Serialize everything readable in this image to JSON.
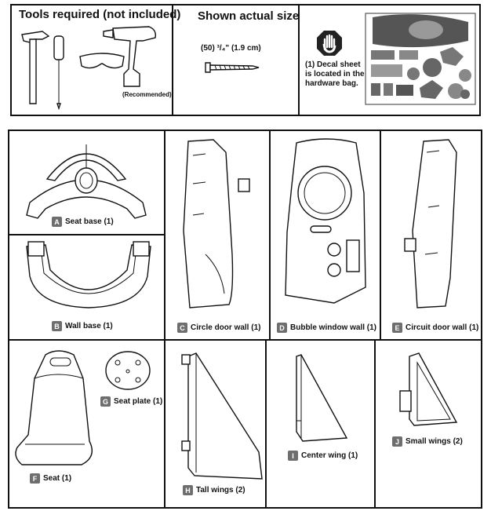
{
  "tools": {
    "title": "Tools required (not included)",
    "recommended": "(Recommended)"
  },
  "actual_size": {
    "title": "Shown actual size",
    "screw_label": "(50) ³/₄\" (1.9 cm)"
  },
  "decal": {
    "note_line1": "(1) Decal sheet",
    "note_line2": "is located in the",
    "note_line3": "hardware bag."
  },
  "parts": [
    {
      "letter": "A",
      "label": "Seat base (1)"
    },
    {
      "letter": "B",
      "label": "Wall base (1)"
    },
    {
      "letter": "C",
      "label": "Circle door wall (1)"
    },
    {
      "letter": "D",
      "label": "Bubble window wall (1)"
    },
    {
      "letter": "E",
      "label": "Circuit door wall (1)"
    },
    {
      "letter": "F",
      "label": "Seat (1)"
    },
    {
      "letter": "G",
      "label": "Seat plate (1)"
    },
    {
      "letter": "H",
      "label": "Tall wings (2)"
    },
    {
      "letter": "I",
      "label": "Center wing (1)"
    },
    {
      "letter": "J",
      "label": "Small wings (2)"
    }
  ]
}
